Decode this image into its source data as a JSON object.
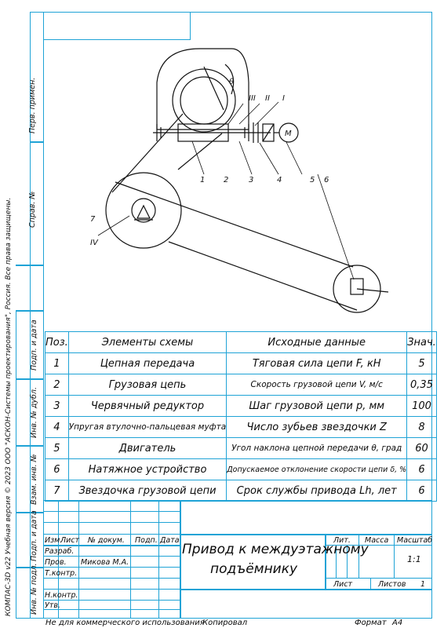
{
  "side_labels": {
    "perv_primen": "Перв. примен.",
    "sprav_no": "Справ. №",
    "copyright": "КОМПАС-3D v22 Учебная версия © 2023 ООО \"АСКОН-Системы проектирования\", Россия. Все права защищены.",
    "podp_data_1": "Подп. и дата",
    "inv_dubl": "Инв. № дубл.",
    "vzam_inv": "Взам. инв. №",
    "podp_data_2": "Подп. и дата",
    "inv_podl": "Инв. № подл."
  },
  "drawing": {
    "labels": [
      "θ",
      "III",
      "II",
      "I",
      "M",
      "1",
      "2",
      "3",
      "4",
      "5",
      "6",
      "7",
      "IV"
    ]
  },
  "spec_table": {
    "headers": [
      "Поз.",
      "Элементы схемы",
      "Исходные данные",
      "Знач."
    ],
    "rows": [
      {
        "pos": "1",
        "element": "Цепная передача",
        "param": "Тяговая сила цепи F, кН",
        "value": "5"
      },
      {
        "pos": "2",
        "element": "Грузовая цепь",
        "param": "Скорость грузовой цепи V, м/с",
        "value": "0,35"
      },
      {
        "pos": "3",
        "element": "Червячный редуктор",
        "param": "Шаг грузовой цепи р, мм",
        "value": "100"
      },
      {
        "pos": "4",
        "element": "Упругая втулочно-пальцевая муфта",
        "param": "Число зубьев звездочки Z",
        "value": "8"
      },
      {
        "pos": "5",
        "element": "Двигатель",
        "param": "Угол наклона цепной передачи θ, град",
        "value": "60"
      },
      {
        "pos": "6",
        "element": "Натяжное устройство",
        "param": "Допускаемое отклонение скорости цепи δ, %",
        "value": "6"
      },
      {
        "pos": "7",
        "element": "Звездочка грузовой цепи",
        "param": "Срок службы привода Lh, лет",
        "value": "6"
      }
    ]
  },
  "title_block": {
    "col_izm": "Изм.",
    "col_list": "Лист",
    "col_doc": "№ докум.",
    "col_podp": "Подп.",
    "col_data": "Дата",
    "razrab": "Разраб.",
    "prov": "Пров.",
    "prov_name": "Микова М.А.",
    "tkontr": "Т.контр.",
    "nkontr": "Н.контр.",
    "utv": "Утв.",
    "title_line1": "Привод к междуэтажному",
    "title_line2": "подъёмнику",
    "lit": "Лит.",
    "massa": "Масса",
    "masshtab": "Масштаб",
    "scale_value": "1:1",
    "list": "Лист",
    "listov": "Листов",
    "listov_value": "1"
  },
  "footer": {
    "noncommercial": "Не для коммерческого использования",
    "kopiroval": "Копировал",
    "format": "Формат",
    "format_value": "А4"
  }
}
